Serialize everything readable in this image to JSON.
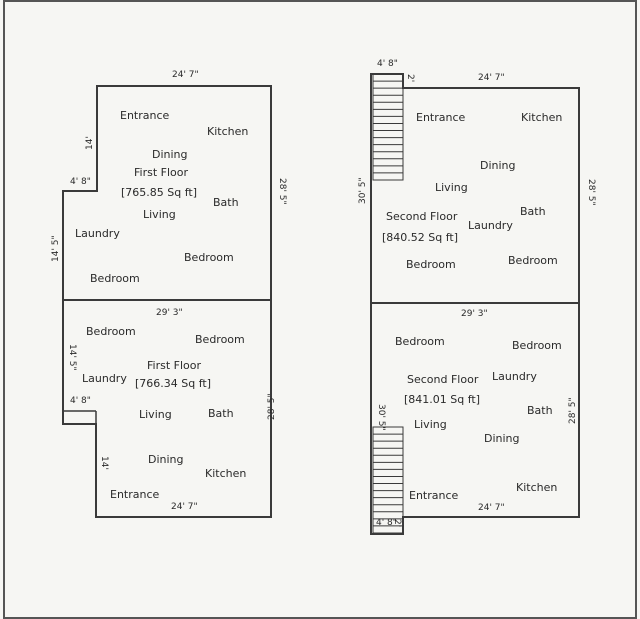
{
  "plan_left": {
    "upper": {
      "dims": {
        "top": "24' 7\"",
        "notch_width": "4' 8\"",
        "notch_height": "14'",
        "lower_left": "14' 5\"",
        "right": "28' 5\""
      },
      "floor_name": "First Floor",
      "area": "[765.85 Sq ft]",
      "rooms": [
        "Entrance",
        "Kitchen",
        "Dining",
        "Bath",
        "Living",
        "Laundry",
        "Bedroom",
        "Bedroom"
      ]
    },
    "lower": {
      "dims": {
        "top": "29' 3\"",
        "left": "14' 5\"",
        "notch_width": "4' 8\"",
        "right": "28' 5\"",
        "left_lower": "14'",
        "bottom": "24' 7\""
      },
      "floor_name": "First Floor",
      "area": "[766.34 Sq ft]",
      "rooms": [
        "Bedroom",
        "Bedroom",
        "Laundry",
        "Living",
        "Bath",
        "Dining",
        "Kitchen",
        "Entrance"
      ]
    }
  },
  "plan_right": {
    "upper": {
      "dims": {
        "stair_width": "4' 8\"",
        "stair_small": "2'",
        "top": "24' 7\"",
        "left": "30' 5\"",
        "right": "28' 5\""
      },
      "floor_name": "Second Floor",
      "area": "[840.52 Sq ft]",
      "rooms": [
        "Entrance",
        "Kitchen",
        "Dining",
        "Living",
        "Bath",
        "Laundry",
        "Bedroom",
        "Bedroom"
      ]
    },
    "lower": {
      "dims": {
        "top": "29' 3\"",
        "left": "30' 5\"",
        "right": "28' 5\"",
        "bottom": "24' 7\"",
        "stair_width": "4' 8\"",
        "stair_small": "2'"
      },
      "floor_name": "Second Floor",
      "area": "[841.01 Sq ft]",
      "rooms": [
        "Bedroom",
        "Bedroom",
        "Laundry",
        "Bath",
        "Living",
        "Dining",
        "Kitchen",
        "Entrance"
      ]
    }
  }
}
